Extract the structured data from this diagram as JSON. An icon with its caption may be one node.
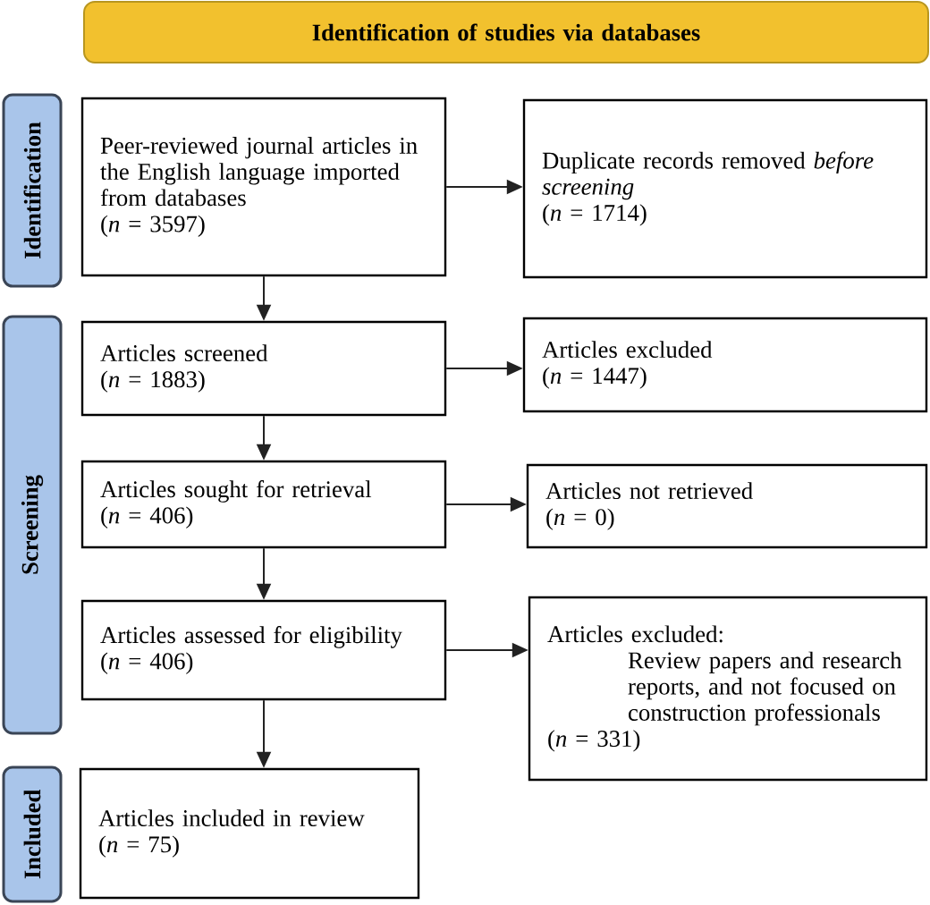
{
  "diagram": {
    "nodes": [
      {
        "text": [
          "Identification of studies via databases"
        ]
      },
      {
        "text": [
          "Identification"
        ]
      },
      {
        "text": [
          "Peer-reviewed journal articles in the English language imported from databases",
          "(*n* = 3597)"
        ]
      },
      {
        "text": [
          "Duplicate records removed *before screening*",
          "(*n* = 1714)"
        ]
      },
      {
        "text": [
          "Screening"
        ]
      },
      {
        "text": [
          "Articles screened",
          "(*n* = 1883)"
        ]
      },
      {
        "text": [
          "Articles excluded",
          "(*n* = 1447)"
        ]
      },
      {
        "text": [
          "Articles sought for retrieval",
          "(*n* = 406)"
        ]
      },
      {
        "text": [
          "Articles not retrieved",
          "(*n* = 0)"
        ]
      },
      {
        "text": [
          "Articles assessed for eligibility",
          "(*n* = 406)"
        ]
      },
      {
        "text": [
          "Articles excluded:",
          "Review papers and research reports, and not focused on construction professionals",
          "(*n* = 331)"
        ]
      },
      {
        "text": [
          "Included"
        ]
      },
      {
        "text": [
          "Articles included in review",
          "(*n* = 75)"
        ]
      }
    ],
    "edges": [
      {
        "from": 2,
        "to": 3,
        "arrow": "to"
      },
      {
        "from": 2,
        "to": 5,
        "arrow": "to"
      },
      {
        "from": 5,
        "to": 6,
        "arrow": "to"
      },
      {
        "from": 5,
        "to": 7,
        "arrow": "to"
      },
      {
        "from": 7,
        "to": 8,
        "arrow": "to"
      },
      {
        "from": 7,
        "to": 9,
        "arrow": "to"
      },
      {
        "from": 9,
        "to": 10,
        "arrow": "to"
      },
      {
        "from": 9,
        "to": 12,
        "arrow": "to"
      }
    ]
  }
}
